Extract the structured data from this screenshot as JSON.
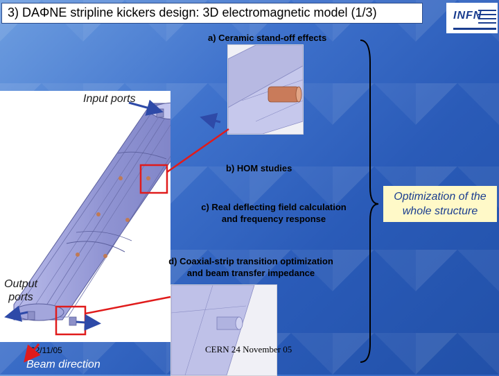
{
  "slide": {
    "title": "3) DAΦNE stripline kickers design: 3D electromagnetic model (1/3)",
    "logo_text": "INFN",
    "labels": {
      "a": "a) Ceramic stand-off effects",
      "b": "b) HOM studies",
      "c_line1": "c) Real deflecting field calculation",
      "c_line2": "and frequency response",
      "d_line1": "d) Coaxial-strip transition optimization",
      "d_line2": "and beam transfer impedance"
    },
    "callouts": {
      "input_ports": "Input ports",
      "output_ports_line1": "Output",
      "output_ports_line2": "ports",
      "beam_direction": "Beam direction"
    },
    "optimization": {
      "line1": "Optimization of the",
      "line2": "whole structure"
    },
    "footer": {
      "date": "22/11/05",
      "event": "CERN 24 November 05"
    },
    "colors": {
      "title_border": "#2b4c8c",
      "highlight_red": "#e01b1b",
      "arrow_blue": "#2e4aa8",
      "model_lavender": "#9c9fd8",
      "optimization_bg": "#fff9c8"
    }
  }
}
